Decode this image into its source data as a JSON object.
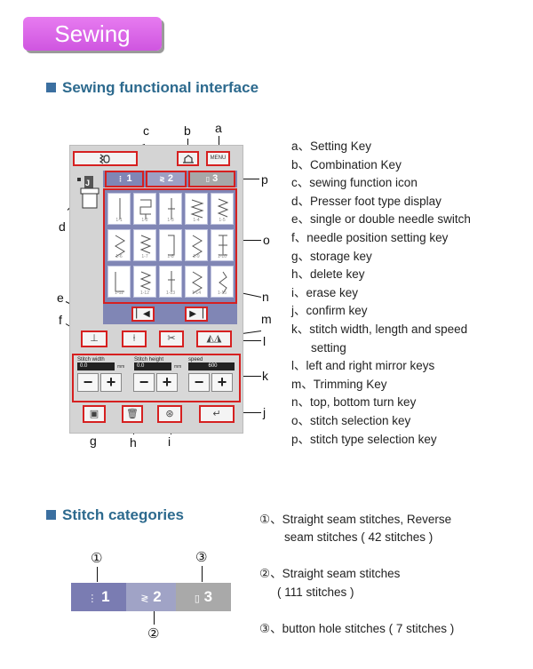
{
  "header": {
    "tab_label": "Sewing"
  },
  "section1": {
    "title": "Sewing functional interface"
  },
  "section2": {
    "title": "Stitch categories"
  },
  "callouts": {
    "a": "a",
    "b": "b",
    "c": "c",
    "d": "d",
    "e": "e",
    "f": "f",
    "g": "g",
    "h": "h",
    "i": "i",
    "j": "j",
    "k": "k",
    "l": "l",
    "m": "m",
    "n": "n",
    "o": "o",
    "p": "p"
  },
  "panel": {
    "setting_key_text": "MENU",
    "presser_foot": "J",
    "category_tabs": [
      "1",
      "2",
      "3"
    ],
    "stitch_codes": [
      "1-1",
      "1-2",
      "1-3",
      "1-4",
      "1-5",
      "1-6",
      "1-7",
      "1-8",
      "1-9",
      "1-10",
      "1-11",
      "1-12",
      "1-13",
      "1-14",
      "1-15"
    ],
    "k_labels": {
      "width": "Stitch width",
      "height": "Stitch height",
      "speed": "speed"
    },
    "k_values": {
      "width": "0.0",
      "height": "0.0",
      "speed": "600"
    },
    "k_units": {
      "width": "mm",
      "height": "mm"
    },
    "minus": "−",
    "plus": "+"
  },
  "legend": [
    "a、Setting Key",
    "b、Combination Key",
    "c、sewing function icon",
    "d、Presser foot type display",
    "e、single or double needle switch",
    "f、needle position setting key",
    "g、storage key",
    "h、delete key",
    "i、erase key",
    "j、confirm key",
    "k、stitch width, length and speed",
    "setting",
    "l、left and right mirror keys",
    "m、Trimming Key",
    "n、top, bottom turn key",
    "o、stitch selection key",
    "p、stitch type selection key"
  ],
  "categories": {
    "markers": [
      "①",
      "②",
      "③"
    ],
    "bars": [
      "1",
      "2",
      "3"
    ],
    "notes": [
      "①、Straight seam stitches, Reverse",
      "seam stitches ( 42 stitches )",
      "②、Straight seam stitches",
      "( 111 stitches )",
      "③、button hole stitches ( 7 stitches )"
    ]
  }
}
